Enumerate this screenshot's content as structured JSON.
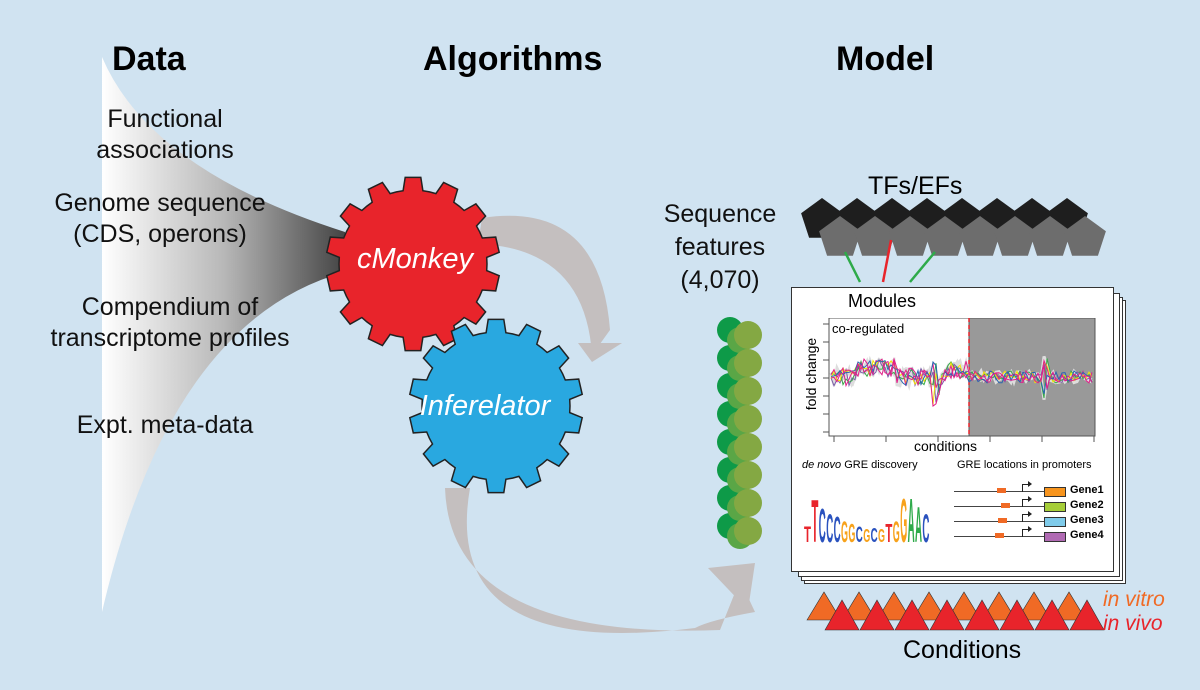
{
  "headers": {
    "data": "Data",
    "algorithms": "Algorithms",
    "model": "Model"
  },
  "data_sources": [
    {
      "line1": "Functional",
      "line2": "associations"
    },
    {
      "line1": "Genome sequence",
      "line2": "(CDS, operons)"
    },
    {
      "line1": "Compendium of",
      "line2": "transcriptome profiles"
    },
    {
      "line1": "Expt. meta-data",
      "line2": ""
    }
  ],
  "algorithms": {
    "gear1": {
      "label": "cMonkey",
      "color": "#e8242b"
    },
    "gear2": {
      "label": "Inferelator",
      "color": "#29a8e0"
    }
  },
  "model": {
    "tfs_label": "TFs/EFs",
    "sequence_features": {
      "line1": "Sequence",
      "line2": "features",
      "line3": "(4,070)"
    },
    "modules": {
      "title": "Modules",
      "plot_label": "co-regulated",
      "y_axis": "fold change",
      "x_axis": "conditions",
      "motif_title_italic": "de novo",
      "motif_title_rest": " GRE discovery",
      "locations_title": "GRE locations in promoters",
      "genes": [
        {
          "name": "Gene1",
          "color": "#f7941d"
        },
        {
          "name": "Gene2",
          "color": "#a6ce39"
        },
        {
          "name": "Gene3",
          "color": "#7fcbea"
        },
        {
          "name": "Gene4",
          "color": "#b06ab3"
        }
      ]
    },
    "conditions": {
      "label": "Conditions",
      "in_vitro": "in vitro",
      "in_vivo": "in vivo",
      "in_vitro_color": "#f06a25",
      "in_vivo_color": "#e8242b"
    }
  },
  "colors": {
    "background": "#d0e3f1",
    "arrow": "#c4bfbf",
    "tf_dark": "#1e1e1e",
    "tf_grey": "#6d6d6d",
    "edge_green": "#2eaa4a",
    "edge_red": "#e8242b",
    "feature_dark": "#0e9a48",
    "feature_mid": "#5aa646",
    "feature_light": "#84a843"
  }
}
